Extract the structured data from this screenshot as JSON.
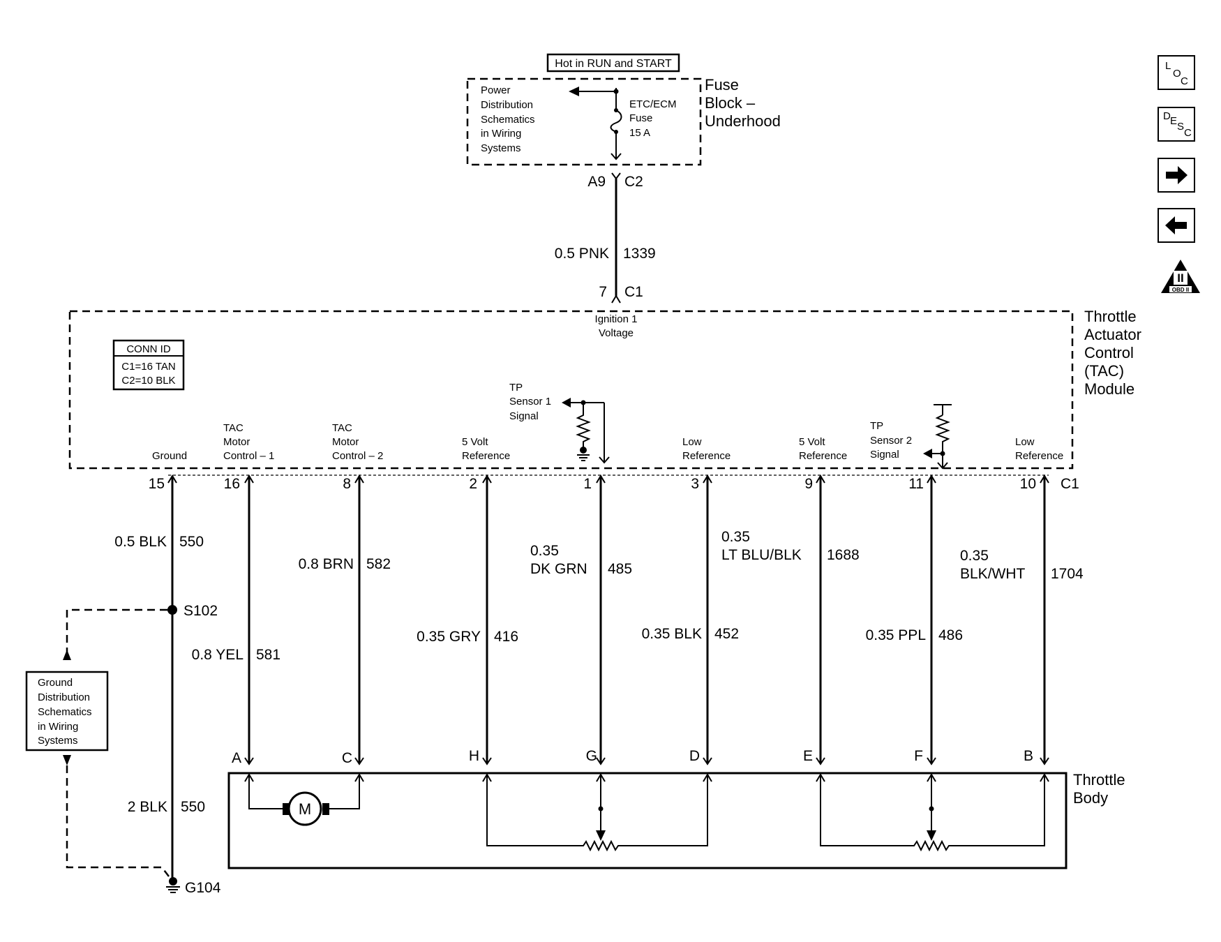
{
  "power": {
    "header": "Hot in RUN and START",
    "fuse_block": [
      "Fuse",
      "Block –",
      "Underhood"
    ],
    "pd_note": [
      "Power",
      "Distribution",
      "Schematics",
      "in Wiring",
      "Systems"
    ],
    "fuse": [
      "ETC/ECM",
      "Fuse",
      "15 A"
    ],
    "conn_left": "A9",
    "conn_right": "C2",
    "wire_label": "0.5 PNK",
    "circuit": "1339",
    "c1_pin": "7",
    "c1_label": "C1"
  },
  "module": {
    "name": [
      "Throttle",
      "Actuator",
      "Control",
      "(TAC)",
      "Module"
    ],
    "ign": [
      "Ignition 1",
      "Voltage"
    ],
    "conn_id": {
      "title": "CONN ID",
      "lines": [
        "C1=16 TAN",
        "C2=10 BLK"
      ]
    },
    "tp1": [
      "TP",
      "Sensor 1",
      "Signal"
    ],
    "tp2": [
      "TP",
      "Sensor 2",
      "Signal"
    ],
    "connector": "C1"
  },
  "circuits": [
    {
      "pin": "15",
      "func": [
        "Ground"
      ],
      "size": "0.5 BLK",
      "num": "550"
    },
    {
      "pin": "16",
      "func": [
        "TAC",
        "Motor",
        "Control – 1"
      ],
      "size": "0.8 YEL",
      "num": "581",
      "tb": "A"
    },
    {
      "pin": "8",
      "func": [
        "TAC",
        "Motor",
        "Control – 2"
      ],
      "size": "0.8 BRN",
      "num": "582",
      "tb": "C"
    },
    {
      "pin": "2",
      "func": [
        "5 Volt",
        "Reference"
      ],
      "size": "0.35 GRY",
      "num": "416",
      "tb": "H"
    },
    {
      "pin": "1",
      "func": [],
      "size": [
        "0.35",
        "DK GRN"
      ],
      "num": "485",
      "tb": "G"
    },
    {
      "pin": "3",
      "func": [
        "Low",
        "Reference"
      ],
      "size": "0.35 BLK",
      "num": "452",
      "tb": "D"
    },
    {
      "pin": "9",
      "func": [
        "5 Volt",
        "Reference"
      ],
      "size": [
        "0.35",
        "LT BLU/BLK"
      ],
      "num": "1688",
      "tb": "E"
    },
    {
      "pin": "11",
      "func": [],
      "size": "0.35 PPL",
      "num": "486",
      "tb": "F"
    },
    {
      "pin": "10",
      "func": [
        "Low",
        "Reference"
      ],
      "size": [
        "0.35",
        "BLK/WHT"
      ],
      "num": "1704",
      "tb": "B"
    }
  ],
  "ground": {
    "splice": "S102",
    "size2": "2 BLK",
    "num2": "550",
    "gnd": "G104",
    "note": [
      "Ground",
      "Distribution",
      "Schematics",
      "in Wiring",
      "Systems"
    ]
  },
  "throttle_body": {
    "name": [
      "Throttle",
      "Body"
    ],
    "motor": "M"
  },
  "nav": {
    "loc": [
      "L",
      "O",
      "C"
    ],
    "desc": [
      "D",
      "E",
      "S",
      "C"
    ],
    "obd": "OBD II",
    "obd_mark": "II"
  }
}
